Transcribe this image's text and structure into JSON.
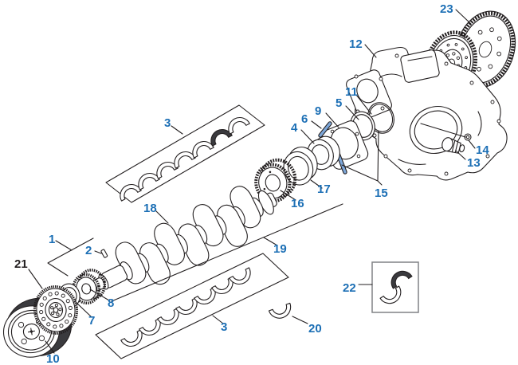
{
  "diagram": {
    "colors": {
      "label_blue": "#1c6fb5",
      "line_dark": "#231f20",
      "highlight_blue": "#7da7d9",
      "box_gray": "#808285",
      "background": "#ffffff"
    },
    "callouts": {
      "c1": "1",
      "c2": "2",
      "c3_upper": "3",
      "c3_lower": "3",
      "c4": "4",
      "c5": "5",
      "c6": "6",
      "c7": "7",
      "c8": "8",
      "c9": "9",
      "c10": "10",
      "c11": "11",
      "c12": "12",
      "c13": "13",
      "c14": "14",
      "c15": "15",
      "c16": "16",
      "c17": "17",
      "c18": "18",
      "c19": "19",
      "c20": "20",
      "c21": "21",
      "c22": "22",
      "c23": "23"
    }
  }
}
